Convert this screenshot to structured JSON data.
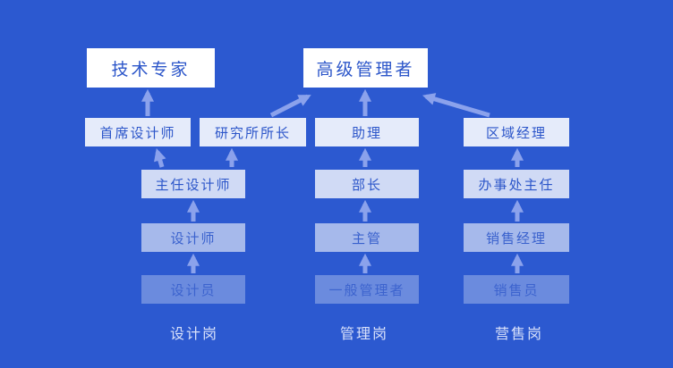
{
  "colors": {
    "background": "#2c59d0",
    "node_text": "#2b55c9",
    "top_node_bg": "#ffffff",
    "arrow": "#8ba2ec",
    "column_label": "#d9e1fa"
  },
  "diagram": {
    "top_nodes": {
      "tech_expert": "技术专家",
      "senior_manager": "高级管理者"
    },
    "nodes": {
      "chief_designer": "首席设计师",
      "institute_director": "研究所所长",
      "assistant": "助理",
      "regional_manager": "区域经理",
      "director_designer": "主任设计师",
      "minister": "部长",
      "office_director": "办事处主任",
      "designer": "设计师",
      "supervisor": "主管",
      "sales_manager": "销售经理",
      "draftsman": "设计员",
      "general_manager": "一般管理者",
      "salesperson": "销售员"
    },
    "column_labels": {
      "design": "设计岗",
      "management": "管理岗",
      "sales": "营售岗"
    }
  }
}
